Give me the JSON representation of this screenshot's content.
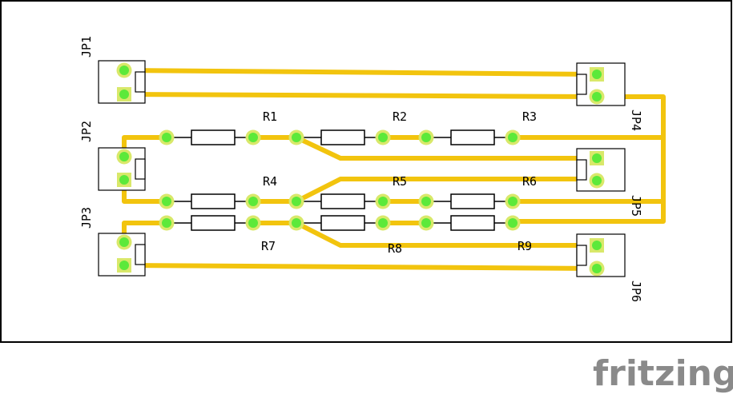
{
  "colors": {
    "trace": "#f2c40e",
    "pad_ring": "#d9e86a",
    "pad_center": "#5ce93a",
    "board_border": "#000000",
    "logo": "#8a8a8a"
  },
  "labels": {
    "jp1": "JP1",
    "jp2": "JP2",
    "jp3": "JP3",
    "jp4": "JP4",
    "jp5": "JP5",
    "jp6": "JP6",
    "r1": "R1",
    "r2": "R2",
    "r3": "R3",
    "r4": "R4",
    "r5": "R5",
    "r6": "R6",
    "r7": "R7",
    "r8": "R8",
    "r9": "R9"
  },
  "brand": {
    "logo_text": "fritzing"
  }
}
